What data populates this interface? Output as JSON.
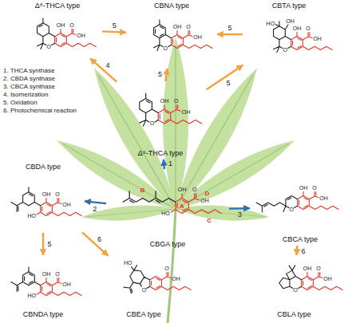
{
  "diagram": {
    "nodes": [
      {
        "text": [
          "Δ⁸-THCA type"
        ]
      },
      {
        "text": [
          "CBNA type"
        ]
      },
      {
        "text": [
          "CBTA type"
        ]
      },
      {
        "text": [
          "Δ⁹-THCA type"
        ]
      },
      {
        "text": [
          "CBGA type"
        ]
      },
      {
        "text": [
          "CBDA type"
        ]
      },
      {
        "text": [
          "CBCA type"
        ]
      },
      {
        "text": [
          "CBNDA type"
        ]
      },
      {
        "text": [
          "CBEA type"
        ]
      },
      {
        "text": [
          "CBLA type"
        ]
      }
    ],
    "edges": [
      {
        "from": 4,
        "to": 3,
        "arrow": "to",
        "label": "1"
      },
      {
        "from": 4,
        "to": 5,
        "arrow": "to",
        "label": "2"
      },
      {
        "from": 4,
        "to": 6,
        "arrow": "to",
        "label": "3"
      },
      {
        "from": 3,
        "to": 0,
        "arrow": "to",
        "label": "4"
      },
      {
        "from": 3,
        "to": 1,
        "arrow": "to",
        "label": "5"
      },
      {
        "from": 3,
        "to": 2,
        "arrow": "to",
        "label": "5"
      },
      {
        "from": 2,
        "to": 1,
        "arrow": "to",
        "label": "5"
      },
      {
        "from": 0,
        "to": 1,
        "arrow": "to",
        "label": "5"
      },
      {
        "from": 5,
        "to": 7,
        "arrow": "to",
        "label": "5"
      },
      {
        "from": 5,
        "to": 8,
        "arrow": "to",
        "label": "6"
      },
      {
        "from": 6,
        "to": 9,
        "arrow": "to",
        "label": "6"
      }
    ],
    "labels": [
      "OH",
      "O",
      "OH",
      "O",
      "OH",
      "O",
      "OH",
      "O",
      "HO",
      "OH",
      "OH",
      "O",
      "OH",
      "O",
      "OH",
      "O",
      "OH",
      "O",
      "OH",
      "O",
      "OH",
      "HO",
      "OH",
      "O",
      "OH",
      "HO",
      "OH",
      "O",
      "OH",
      "O",
      "OH",
      "O",
      "OH",
      "HO",
      "HO",
      "O",
      "OH",
      "O",
      "OH",
      "O",
      "OH",
      "O",
      "B",
      "A",
      "D",
      "C"
    ],
    "legend": [
      {
        "text": "1. THCA synthase"
      },
      {
        "text": "2. CBDA synthase"
      },
      {
        "text": "3. CBCA synthase"
      },
      {
        "text": "4. Isomerization"
      },
      {
        "text": "5. Oxidation"
      },
      {
        "text": "6. Photochemical reaction"
      }
    ]
  }
}
